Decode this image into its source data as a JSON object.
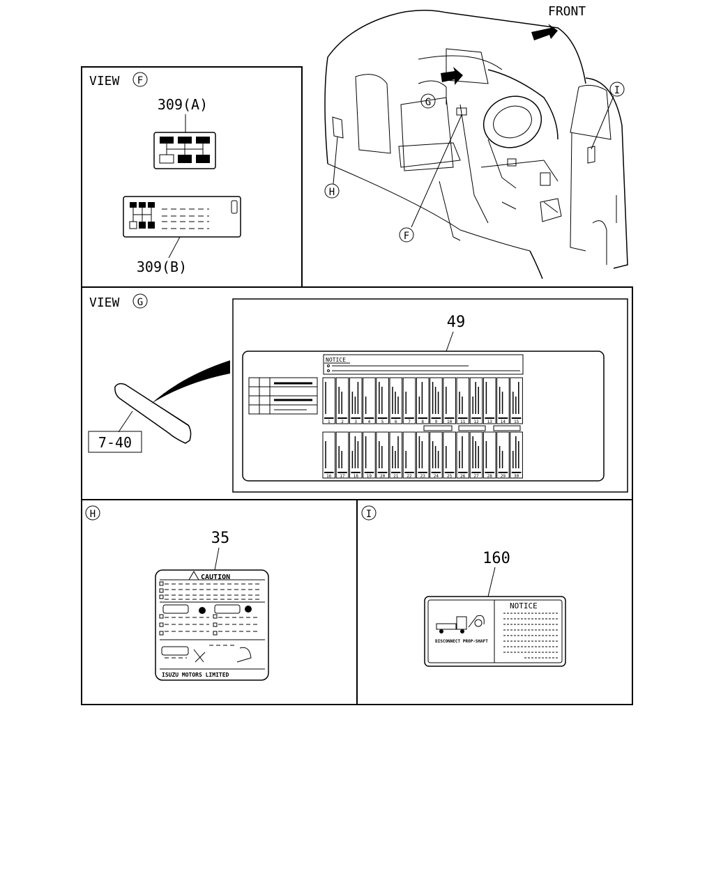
{
  "front_label": "FRONT",
  "view_f": {
    "title": "VIEW",
    "letter": "F",
    "part_a": "309(A)",
    "part_b": "309(B)"
  },
  "view_g": {
    "title": "VIEW",
    "letter": "G",
    "cover_part": "7-40",
    "label_part": "49",
    "notice_word": "NOTICE",
    "fuse_row1": [
      "1",
      "2",
      "3",
      "4",
      "5",
      "6",
      "7",
      "8",
      "9",
      "10",
      "11",
      "12",
      "13",
      "14",
      "15"
    ],
    "fuse_row2": [
      "16",
      "17",
      "18",
      "19",
      "20",
      "21",
      "22",
      "23",
      "24",
      "25",
      "26",
      "27",
      "28",
      "29",
      "30"
    ]
  },
  "view_h": {
    "letter": "H",
    "part": "35",
    "caution_word": "CAUTION",
    "footer": "ISUZU MOTORS LIMITED"
  },
  "view_i": {
    "letter": "I",
    "part": "160",
    "notice_word": "NOTICE",
    "caption": "DISCONNECT PROP-SHAFT"
  },
  "callouts": {
    "f": "F",
    "g": "G",
    "h": "H",
    "i": "I"
  }
}
